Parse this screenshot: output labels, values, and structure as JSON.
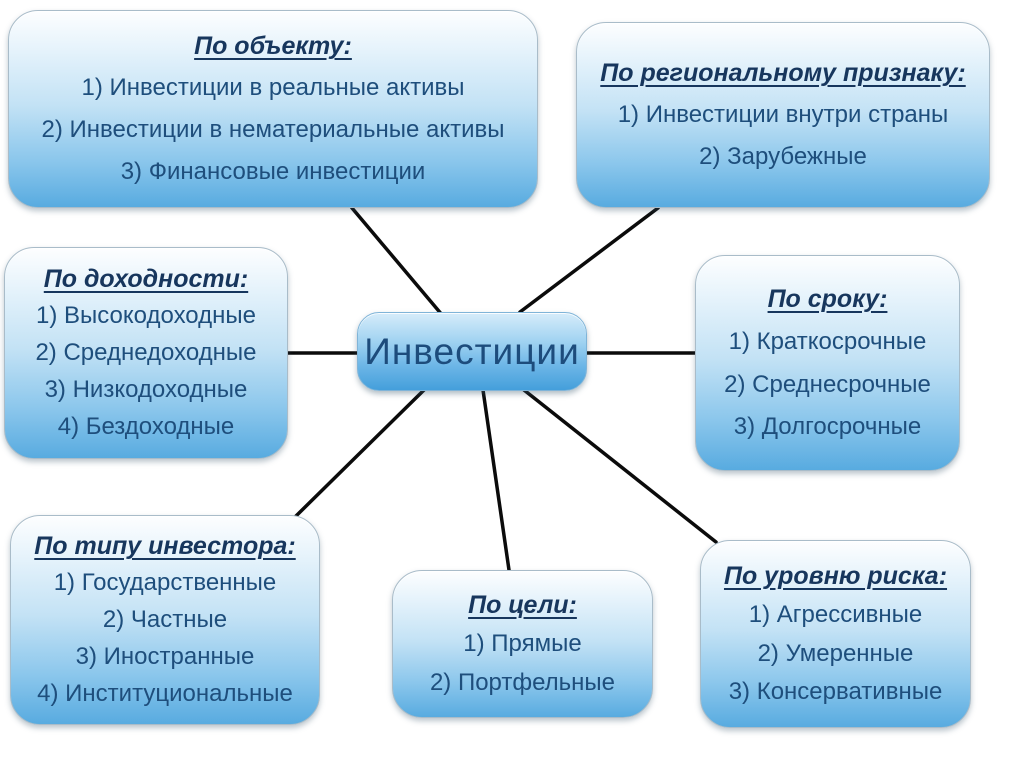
{
  "diagram_title": "Инвестиции",
  "colors": {
    "box_gradient_top": "#fdfeff",
    "box_gradient_bottom": "#58abe0",
    "center_gradient_top": "#d6ecfa",
    "center_gradient_bottom": "#449fdb",
    "title_text": "#17365d",
    "item_text": "#1e4e7c",
    "connector_line": "#0b0b0b"
  },
  "center": {
    "label": "Инвестиции"
  },
  "boxes": [
    {
      "id": "by-object",
      "title": "По объекту:",
      "items": [
        "1) Инвестиции в реальные активы",
        "2) Инвестиции в нематериальные активы",
        "3) Финансовые инвестиции"
      ]
    },
    {
      "id": "by-region",
      "title": "По региональному признаку:",
      "items": [
        "1) Инвестиции внутри страны",
        "2) Зарубежные"
      ]
    },
    {
      "id": "by-profitability",
      "title": "По доходности:",
      "items": [
        "1) Высокодоходные",
        "2) Среднедоходные",
        "3) Низкодоходные",
        "4) Бездоходные"
      ]
    },
    {
      "id": "by-term",
      "title": "По сроку:",
      "items": [
        "1) Краткосрочные",
        "2) Среднесрочные",
        "3) Долгосрочные"
      ]
    },
    {
      "id": "by-investor-type",
      "title": "По типу инвестора:",
      "items": [
        "1) Государственные",
        "2) Частные",
        "3) Иностранные",
        "4) Институциональные"
      ]
    },
    {
      "id": "by-purpose",
      "title": "По цели:",
      "items": [
        "1) Прямые",
        "2) Портфельные"
      ]
    },
    {
      "id": "by-risk-level",
      "title": "По уровню риска:",
      "items": [
        "1) Агрессивные",
        "2) Умеренные",
        "3) Консервативные"
      ]
    }
  ]
}
